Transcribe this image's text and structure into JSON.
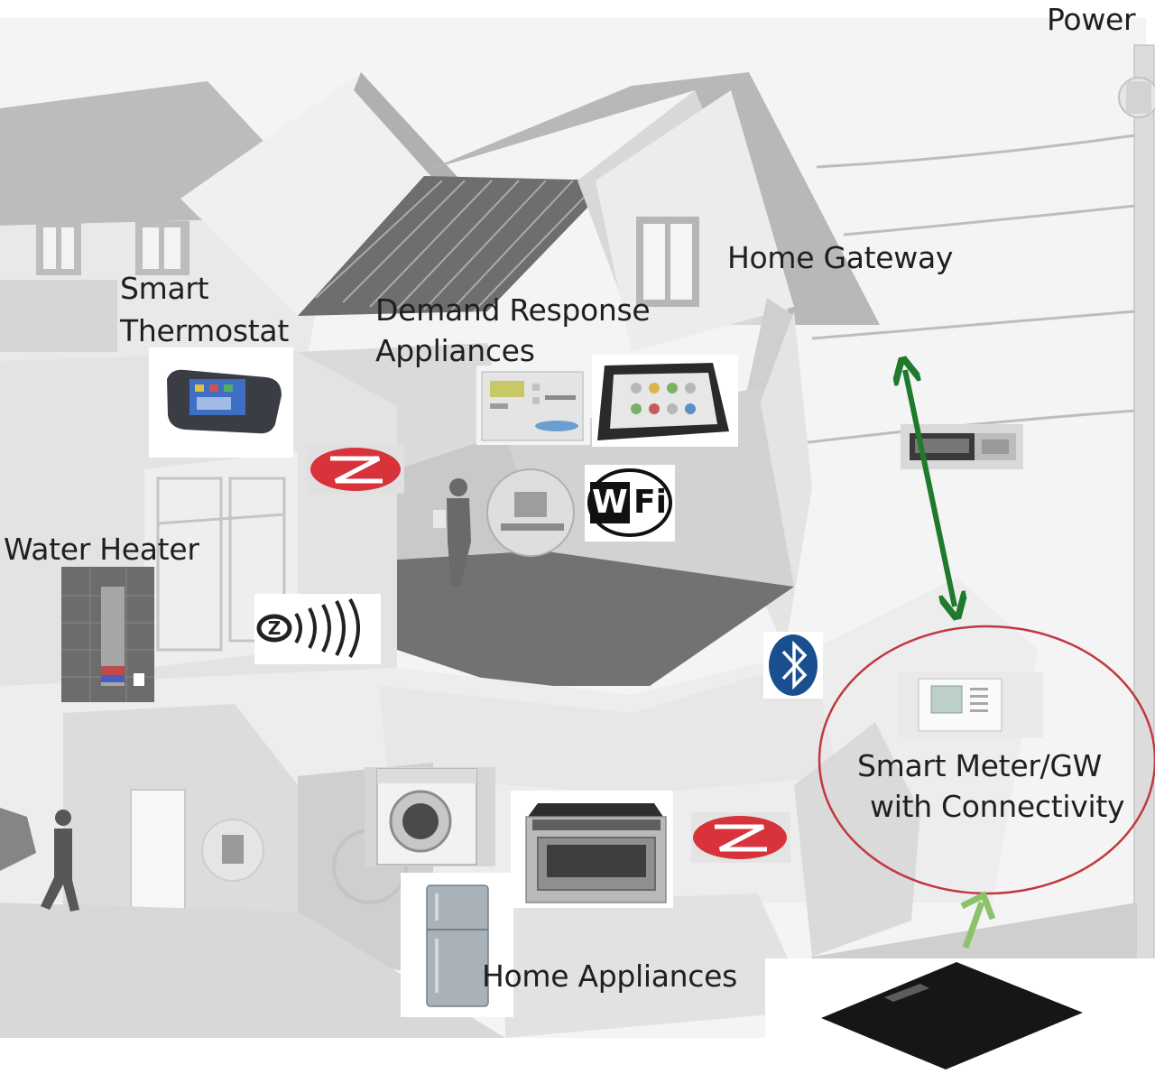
{
  "labels": {
    "power": "Power",
    "home_gateway": "Home Gateway",
    "smart_thermostat": [
      "Smart",
      "Thermostat"
    ],
    "demand_response": [
      "Demand Response",
      "Appliances"
    ],
    "water_heater": "Water Heater",
    "smart_meter": [
      "Smart Meter/GW",
      "with Connectivity"
    ],
    "home_appliances": "Home Appliances"
  },
  "protocol_logos": {
    "wifi": [
      "Wi",
      "Fi"
    ],
    "zwave": "Z"
  },
  "colors": {
    "background": "#ffffff",
    "house_light": "#e6e6e6",
    "house_mid": "#c4c4c4",
    "house_dark": "#8a8a8a",
    "floor": "#777777",
    "connection_arrow": "#1f7a2e",
    "meter_arrow": "#8cc36a",
    "highlight_circle": "#c0393f",
    "zigbee_red": "#d8323a",
    "bluetooth_blue": "#1a4f8f"
  }
}
